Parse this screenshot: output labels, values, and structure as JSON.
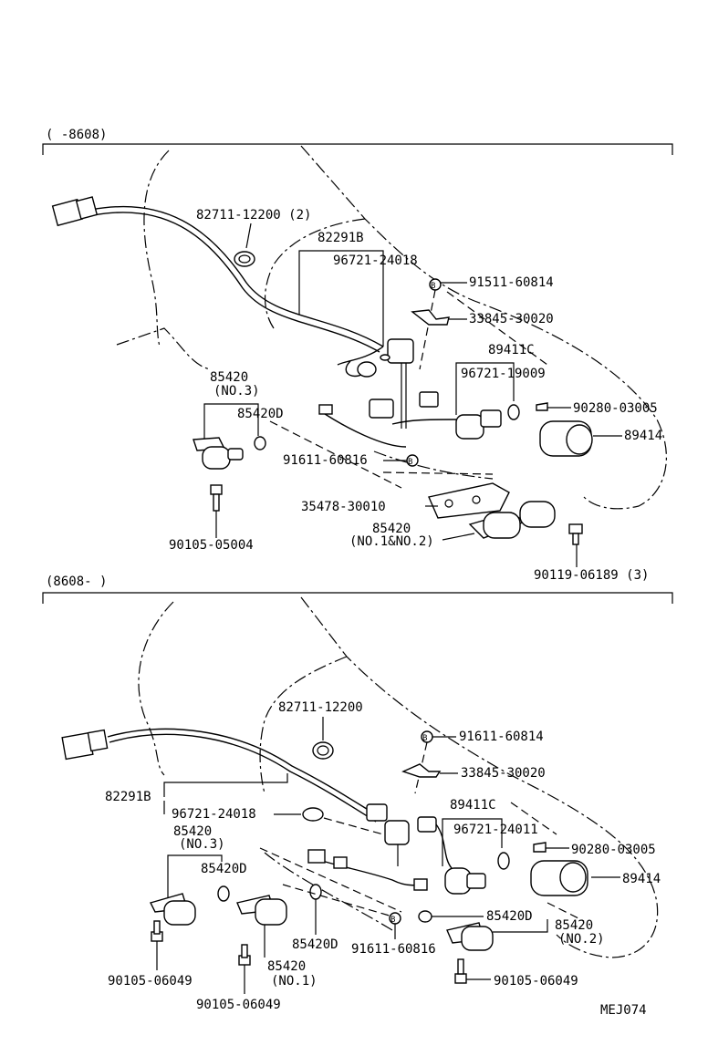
{
  "diagram_code": "MEJ074",
  "section_top": {
    "range_label": "(     -8608)",
    "labels": {
      "clamp": "82711-12200 (2)",
      "wire_assy": "82291B",
      "oring_a": "96721-24018",
      "bolt_b": "91511-60814",
      "plate": "33845-30020",
      "sensor": "89411C",
      "oring_b": "96721-19009",
      "pin": "90280-03005",
      "cover": "89414",
      "solenoid_no3": "85420",
      "solenoid_no3_sub": "(NO.3)",
      "oring_c": "85420D",
      "bolt_c": "91611-60816",
      "gasket": "35478-30010",
      "solenoid_no12": "85420",
      "solenoid_no12_sub": "(NO.1&NO.2)",
      "bolt_d": "90105-05004",
      "bolt_e": "90119-06189 (3)"
    }
  },
  "section_bottom": {
    "range_label": "(8608-      )",
    "labels": {
      "clamp": "82711-12200",
      "bolt_b": "91611-60814",
      "plate": "33845-30020",
      "wire_assy": "82291B",
      "oring_a": "96721-24018",
      "sensor": "89411C",
      "oring_b": "96721-24011",
      "pin": "90280-03005",
      "cover": "89414",
      "solenoid_no3": "85420",
      "solenoid_no3_sub": "(NO.3)",
      "oring_c": "85420D",
      "oring_d": "85420D",
      "oring_e": "85420D",
      "solenoid_no2": "85420",
      "solenoid_no2_sub": "(NO.2)",
      "bolt_c": "91611-60816",
      "solenoid_no1": "85420",
      "solenoid_no1_sub": "(NO.1)",
      "bolt_f": "90105-06049",
      "bolt_g": "90105-06049",
      "bolt_h": "90105-06049"
    }
  },
  "callout_letter": "B"
}
